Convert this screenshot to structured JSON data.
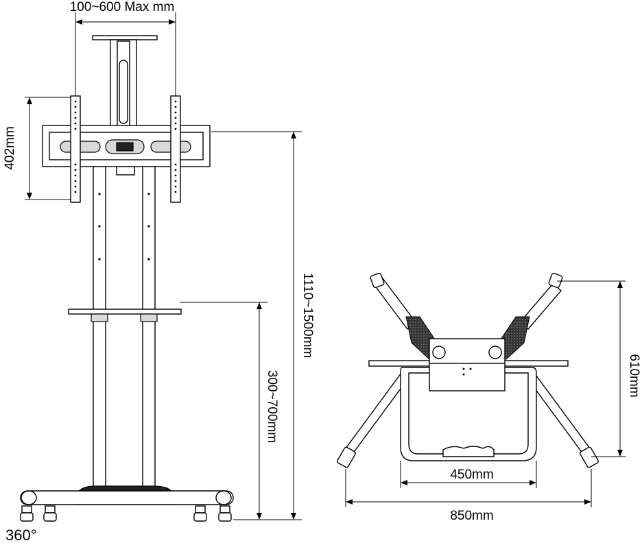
{
  "dimensions": {
    "vesa_width": "100~600 Max mm",
    "vesa_height": "402mm",
    "total_height": "1110~1500mm",
    "shelf_height": "300~700mm",
    "depth": "610mm",
    "column_spacing": "450mm",
    "base_width": "850mm"
  },
  "rotation_label": "360°"
}
